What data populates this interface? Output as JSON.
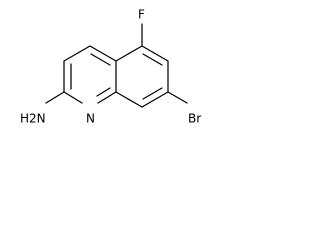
{
  "molecule": {
    "atoms": {
      "fluorine": "F",
      "bromine": "Br",
      "amine": "H2N",
      "ring_nitrogen": "N"
    }
  }
}
